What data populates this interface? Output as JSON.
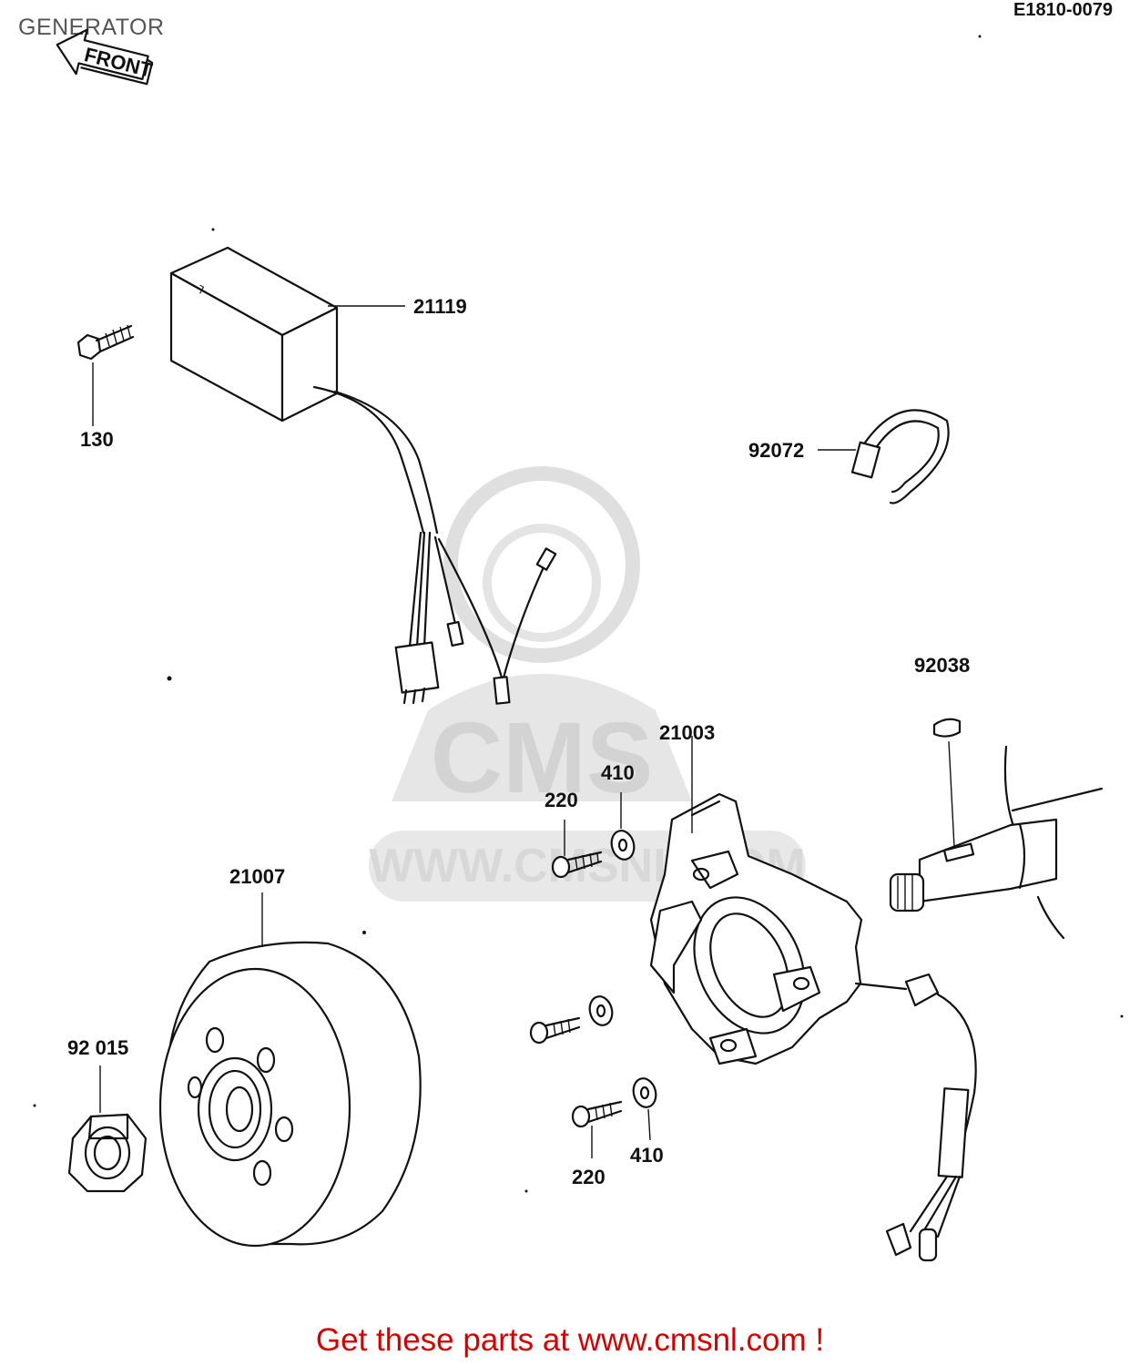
{
  "header": {
    "title": "GENERATOR",
    "diagram_code": "E1810-0079"
  },
  "orientation": {
    "front_label": "FRONT"
  },
  "watermark": {
    "brand": "CMS",
    "url": "WWW.CMSNL.COM"
  },
  "callouts": {
    "p21119": "21119",
    "p130": "130",
    "p92072": "92072",
    "p92038": "92038",
    "p21003": "21003",
    "p410_top": "410",
    "p220_top": "220",
    "p21007": "21007",
    "p92015": "92 015",
    "p220_bottom": "220",
    "p410_bottom": "410"
  },
  "footer": {
    "cta": "Get these parts at www.cmsnl.com !"
  },
  "colors": {
    "cta": "#d10000",
    "watermark": "#d4d4d4",
    "line": "#111111"
  }
}
